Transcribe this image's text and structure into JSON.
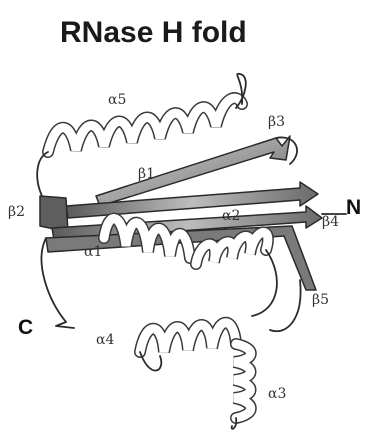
{
  "figure": {
    "title": "RNase H fold",
    "labels": {
      "alpha1": "α1",
      "alpha2": "α2",
      "alpha3": "α3",
      "alpha4": "α4",
      "alpha5": "α5",
      "beta1": "β1",
      "beta2": "β2",
      "beta3": "β3",
      "beta4": "β4",
      "beta5": "β5",
      "n_terminus": "N",
      "c_terminus": "C"
    },
    "colors": {
      "strand_dark": "#6a6a6a",
      "strand_light": "#d9d9d9",
      "helix_fill": "#ffffff",
      "outline": "#2a2a2a"
    }
  }
}
